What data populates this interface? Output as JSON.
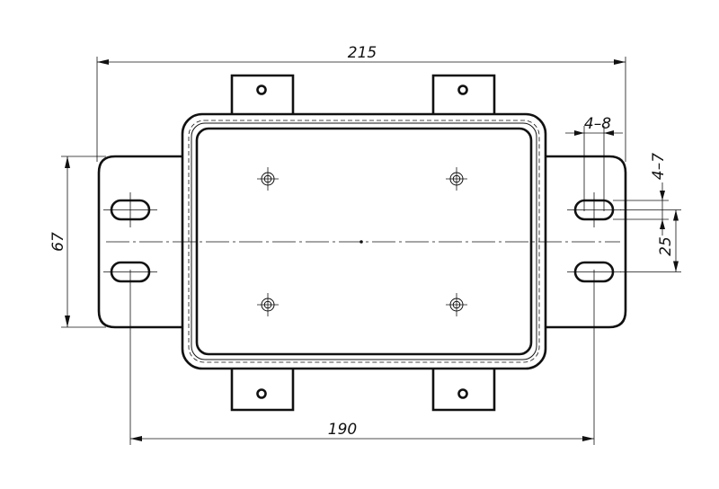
{
  "dimensions": {
    "overall_width": "215",
    "slot_spacing": "190",
    "side_flange_height": "67",
    "slot_length": "4–8",
    "slot_width": "4–7",
    "slot_pitch": "25"
  },
  "colors": {
    "line": "#111111",
    "background": "#ffffff"
  }
}
